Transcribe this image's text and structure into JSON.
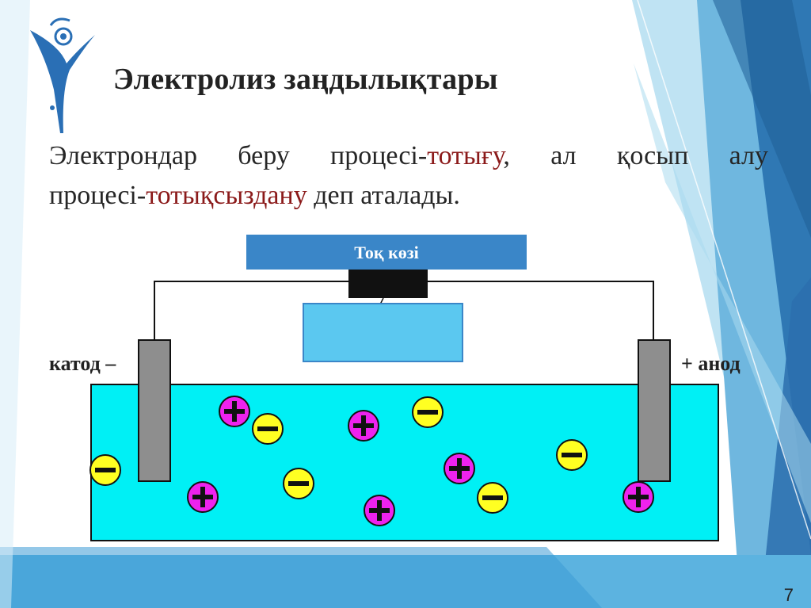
{
  "slide": {
    "title": "Электролиз заңдылықтары",
    "paragraph": {
      "line1": {
        "w1": "Электрондар",
        "w2": "беру",
        "w3_prefix": "процесі-",
        "w3_highlight": "тотығу",
        "w3_suffix": ",",
        "w4": "ал",
        "w5": "қосып",
        "w6": "алу"
      },
      "line2": {
        "prefix": "процесі-",
        "highlight": "тотықсыздану",
        "suffix": " деп аталады."
      }
    },
    "page_number": "7"
  },
  "diagram": {
    "source_label": "Тоқ көзі",
    "cathode_label": "катод –",
    "anode_label": "+ анод",
    "ions": {
      "cation_symbol": "+",
      "anion_symbol": "–"
    }
  },
  "colors": {
    "accent_blue": "#3a86c8",
    "electrolyte": "#00f0f5",
    "cation": "#ee22ee",
    "anion": "#ffff22",
    "electrode": "#8e8e8e",
    "source_box": "#5bc8f0",
    "highlight_text": "#8b1a1a"
  }
}
